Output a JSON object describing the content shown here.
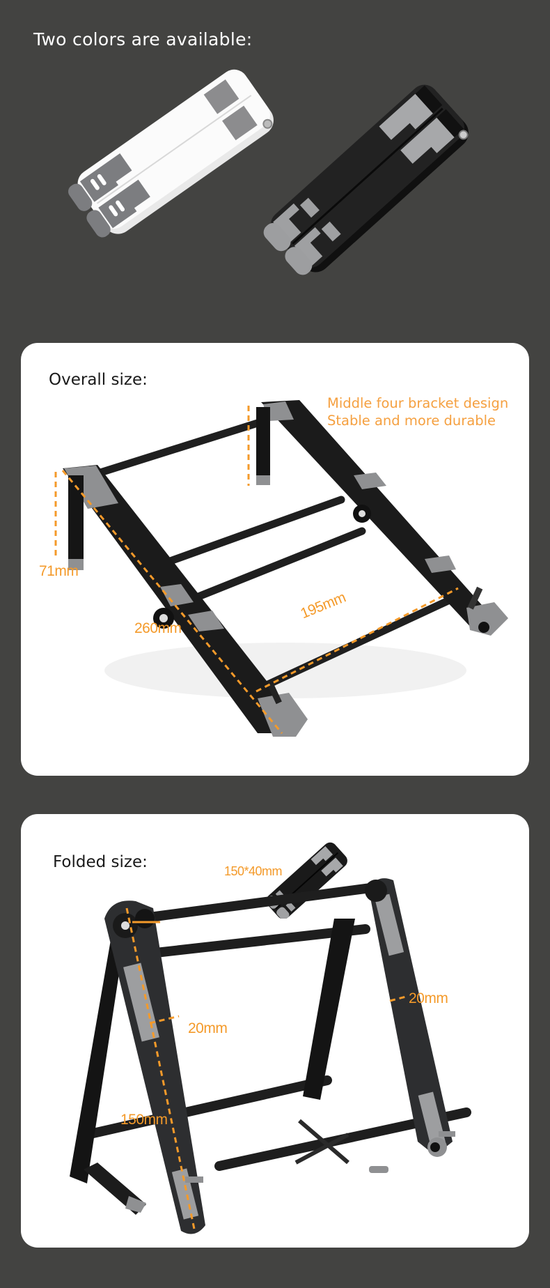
{
  "header": {
    "title": "Two colors are available:"
  },
  "colors": {
    "page_bg": "#434341",
    "card_bg": "#ffffff",
    "accent_orange": "#f49a2a",
    "product_white": "#f2f2f2",
    "product_black": "#1c1c1c",
    "product_gray_pad": "#8a8b8d"
  },
  "color_variants": [
    {
      "name": "white-variant",
      "image": "white-folded-stand"
    },
    {
      "name": "black-variant",
      "image": "black-folded-stand"
    }
  ],
  "overall_card": {
    "title": "Overall size:",
    "note_line1": "Middle four bracket design",
    "note_line2": "Stable and more durable",
    "dimensions": {
      "height": "71mm",
      "length": "260mm",
      "width": "195mm"
    }
  },
  "folded_card": {
    "title": "Folded size:",
    "folded_dimension": "150*40mm",
    "dimensions": {
      "bar_width_left": "20mm",
      "bar_width_right": "20mm",
      "leg_length": "150mm"
    }
  }
}
